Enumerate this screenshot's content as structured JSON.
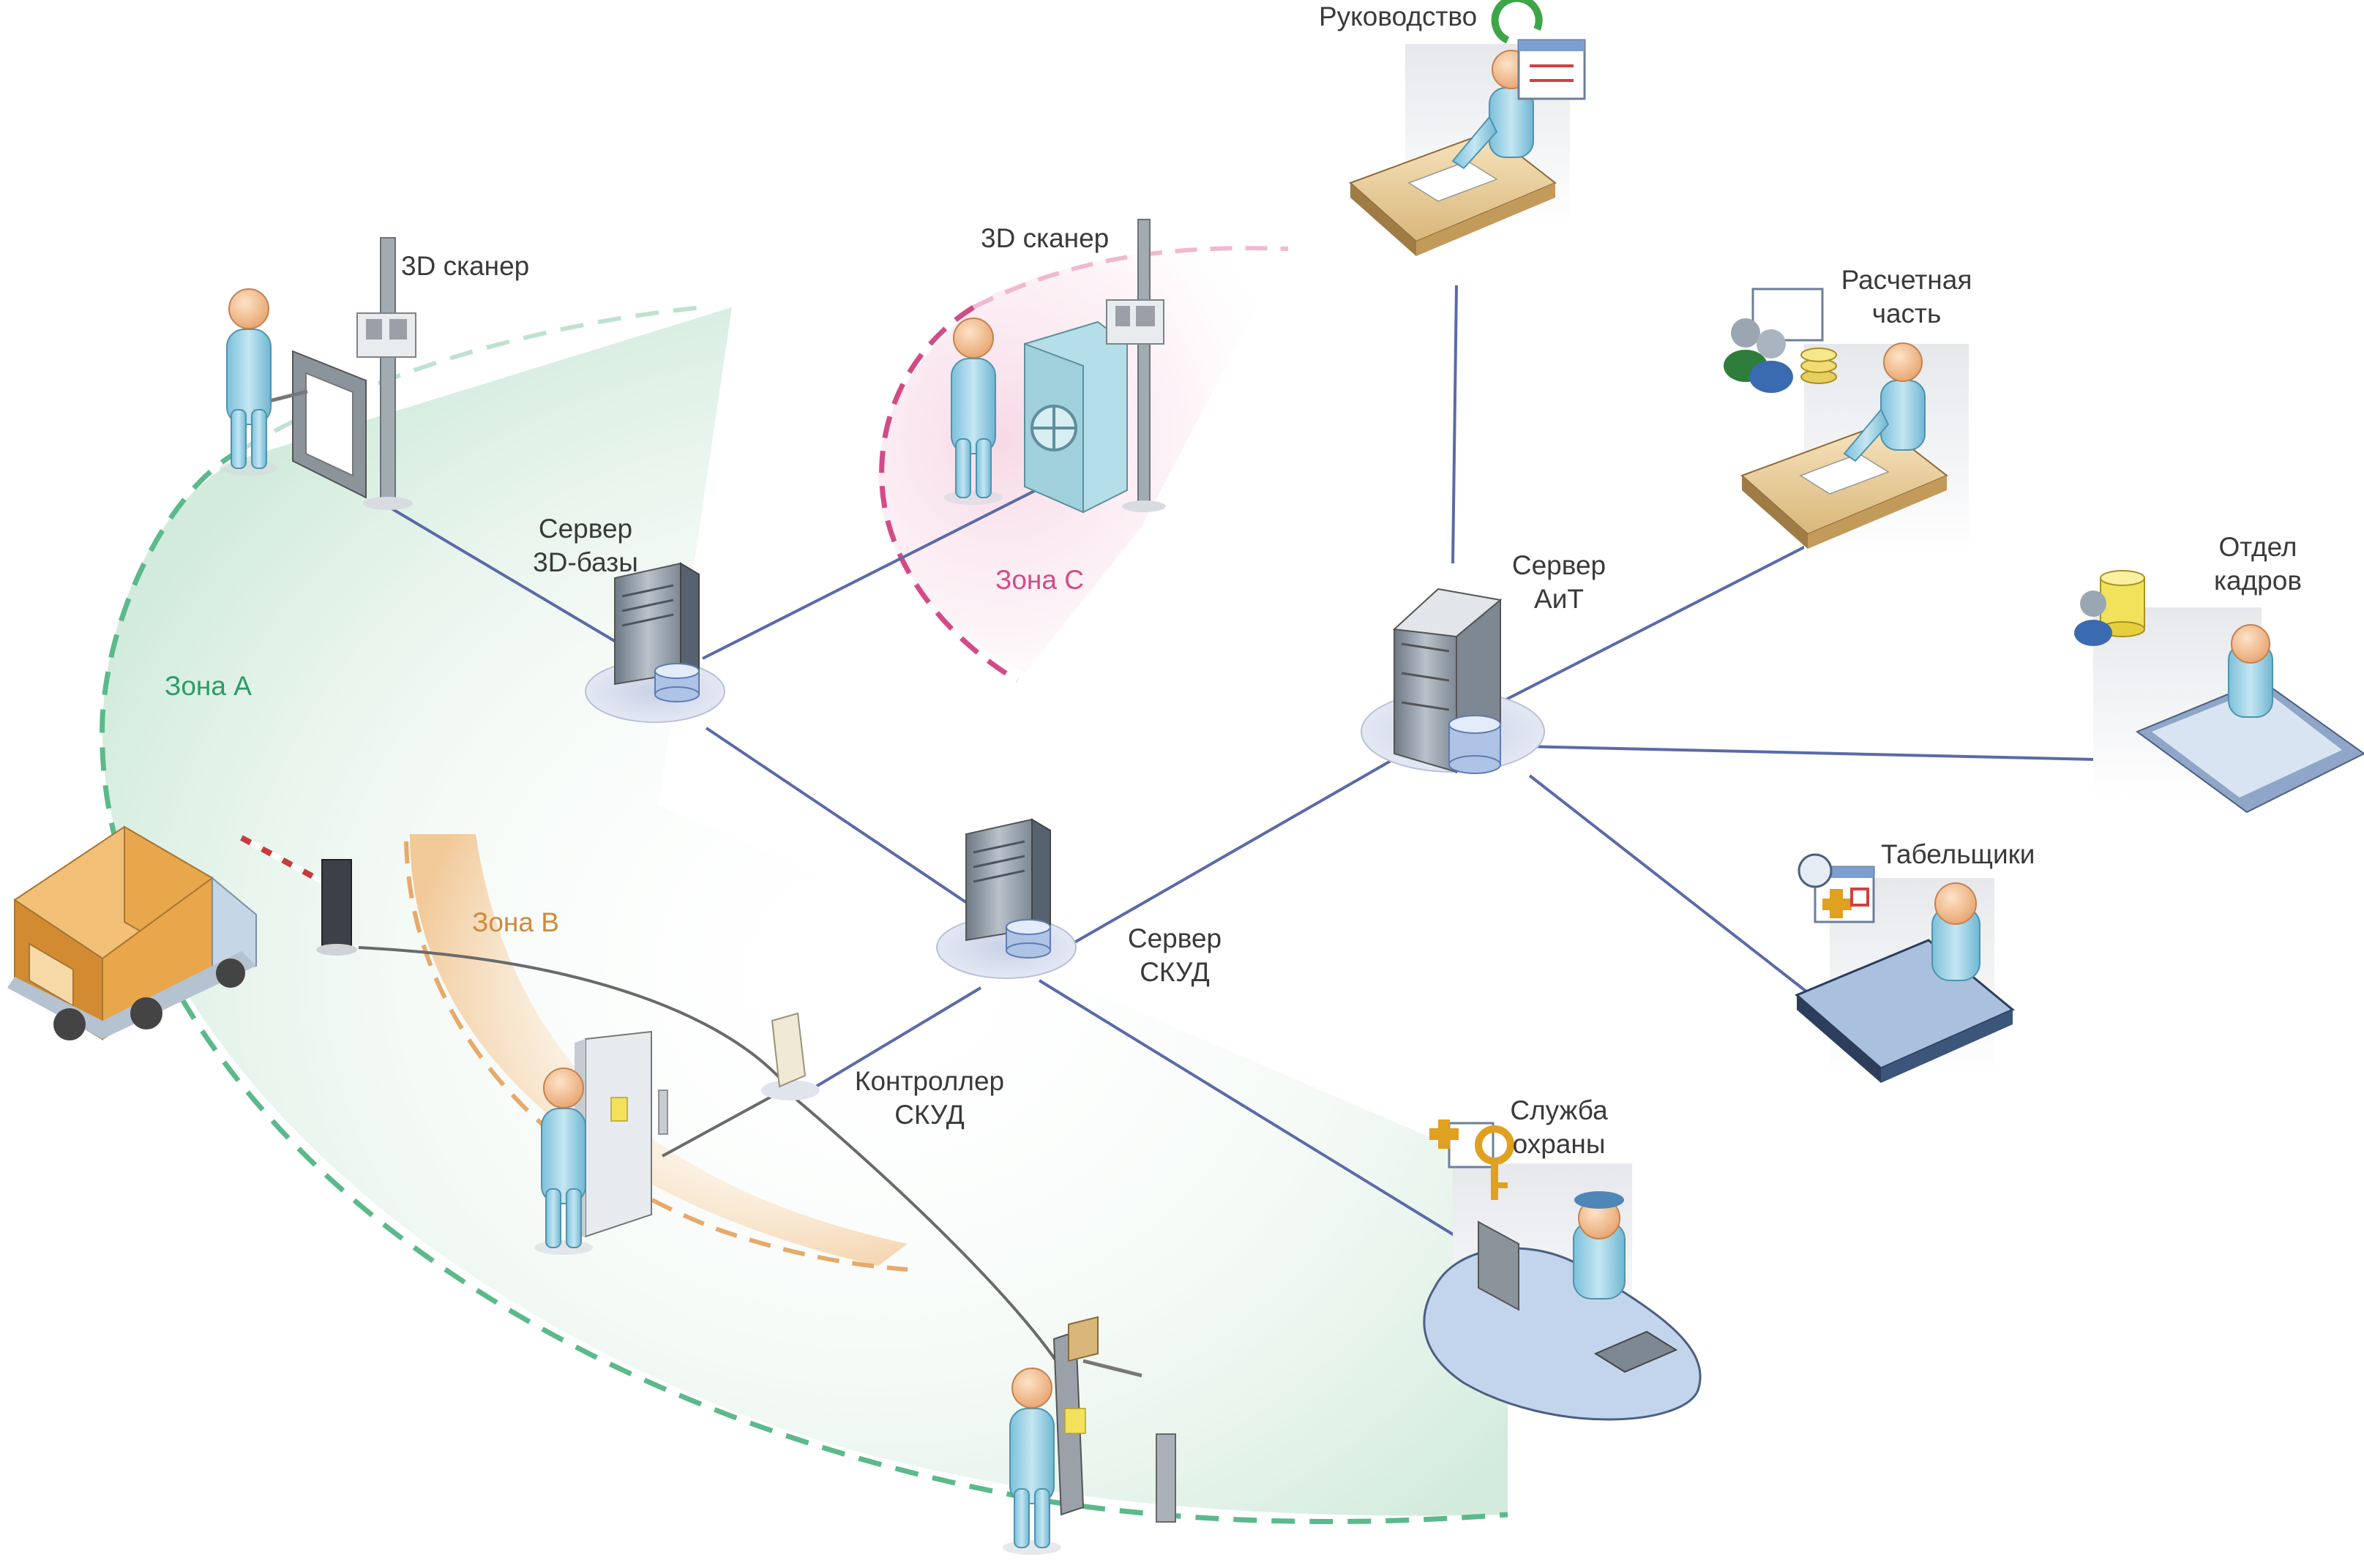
{
  "labels": {
    "scanner_1": "3D сканер",
    "scanner_2": "3D сканер",
    "server_3d": "Сервер\n3D-базы",
    "server_ait": "Сервер\nАиТ",
    "server_skud": "Сервер\nСКУД",
    "controller": "Контроллер\nСКУД",
    "management": "Руководство",
    "accounting": "Расчетная\nчасть",
    "hr": "Отдел\nкадров",
    "timekeepers": "Табельщики",
    "security": "Служба\nохраны"
  },
  "zones": {
    "a": "Зона А",
    "b": "Зона В",
    "c": "Зона С"
  },
  "colors": {
    "zone_a": "#2e9a66",
    "zone_b": "#d08a3c",
    "zone_c": "#d24b86",
    "network_line": "#5a6aa8",
    "person": "#9fd2e6"
  },
  "icons": [
    "person-icon",
    "turnstile-icon",
    "scanner-stand-icon",
    "safe-icon",
    "server-icon",
    "truck-icon",
    "barrier-icon",
    "door-icon",
    "controller-icon",
    "workstation-icon",
    "calendar-icon",
    "key-icon",
    "database-icon",
    "users-icon",
    "coins-icon"
  ]
}
